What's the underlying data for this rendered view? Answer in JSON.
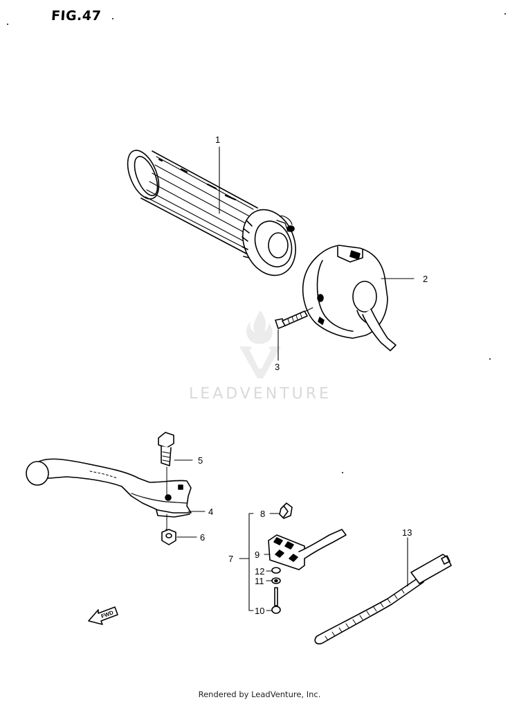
{
  "figure": {
    "title": "FIG.47"
  },
  "callouts": [
    {
      "id": "1",
      "label": "1"
    },
    {
      "id": "2",
      "label": "2"
    },
    {
      "id": "3",
      "label": "3"
    },
    {
      "id": "4",
      "label": "4"
    },
    {
      "id": "5",
      "label": "5"
    },
    {
      "id": "6",
      "label": "6"
    },
    {
      "id": "7",
      "label": "7"
    },
    {
      "id": "8",
      "label": "8"
    },
    {
      "id": "9",
      "label": "9"
    },
    {
      "id": "10",
      "label": "10"
    },
    {
      "id": "11",
      "label": "11"
    },
    {
      "id": "12",
      "label": "12"
    },
    {
      "id": "13",
      "label": "13"
    }
  ],
  "watermark": {
    "text": "LEADVENTURE"
  },
  "fwd_arrow": {
    "text": "FWD"
  },
  "footer": {
    "text": "Rendered by LeadVenture, Inc."
  },
  "colors": {
    "line": "#000000",
    "watermark": "#d9d9d9",
    "background": "#ffffff"
  }
}
